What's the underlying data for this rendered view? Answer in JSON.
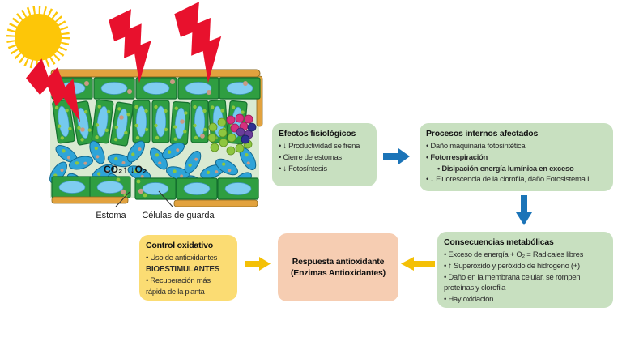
{
  "colors": {
    "box_green": "#c8e0c0",
    "box_yellow": "#fbdc73",
    "box_pink": "#f6cdb2",
    "arrow_blue": "#1b74b8",
    "arrow_yellow": "#f4c006",
    "accent_red": "#e8192c",
    "sun_yellow": "#fdc608",
    "lightning_red": "#e8112d",
    "leaf_cell_green": "#2f9e41",
    "leaf_bg_green": "#d9ead2",
    "cuticle_orange": "#e2a23e",
    "vacuole_blue": "#74c9ee",
    "spongy_blue": "#2ea4d8"
  },
  "illustration": {
    "co2_label": "CO₂↑ ↓O₂",
    "estoma_label": "Estoma",
    "guard_cells_label": "Células de guarda"
  },
  "flow": {
    "efectos": {
      "title": "Efectos fisiológicos",
      "items": [
        "• ↓ Productividad se frena",
        "• Cierre de estomas",
        "• ↓ Fotosíntesis"
      ]
    },
    "procesos": {
      "title": "Procesos internos afectados",
      "items": [
        "• Daño maquinaria fotosintética",
        "• Fotorrespiración",
        "• Disipación energía lumínica en exceso",
        "• ↓ Fluorescencia de la clorofila, daño Fotosistema II"
      ]
    },
    "consecuencias": {
      "title": "Consecuencias metabólicas",
      "items": [
        "• Exceso de energía + O₂ = Radicales libres",
        "• ↑ Superóxido y peróxido de hidrogeno (+)",
        "• Daño en la membrana celular, se rompen proteínas y clorofila",
        "• Hay oxidación"
      ]
    },
    "respuesta": {
      "line1": "Respuesta antioxidante",
      "line2": "(Enzimas Antioxidantes)"
    },
    "control": {
      "title": "Control oxidativo",
      "items": [
        "• Uso de antioxidantes",
        "BIOESTIMULANTES",
        "• Recuperación más rápida de la planta"
      ]
    }
  }
}
